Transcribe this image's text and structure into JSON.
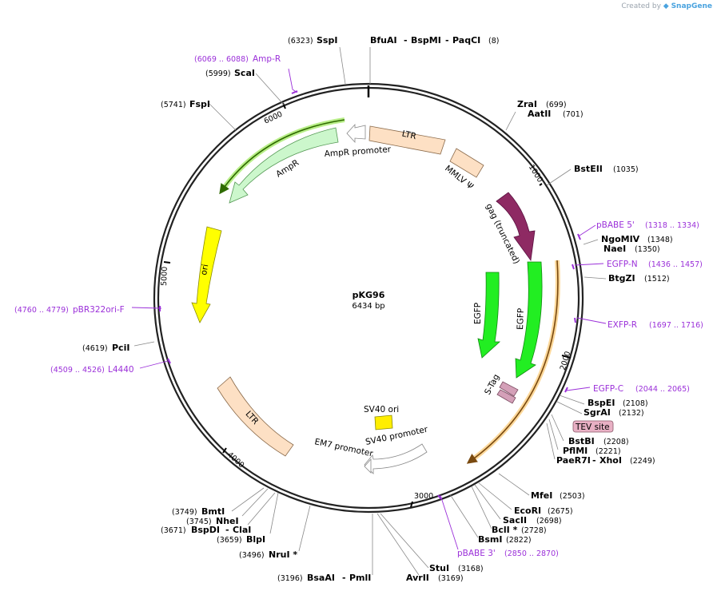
{
  "credit": {
    "prefix": "Created by",
    "brand": "SnapGene"
  },
  "plasmid": {
    "name": "pKG96",
    "size_label": "6434 bp"
  },
  "ticks": [
    "1000",
    "2000",
    "3000",
    "4000",
    "5000",
    "6000"
  ],
  "features": {
    "ltr_top": "LTR",
    "mmlv": "MMLV Ψ",
    "gag": "gag (truncated)",
    "egfp1": "EGFP",
    "egfp2": "EGFP",
    "stag": "S-Tag",
    "tev": "TEV site",
    "sv40_promoter": "SV40 promoter",
    "sv40_ori": "SV40 ori",
    "em7": "EM7 promoter",
    "ltr_bottom": "LTR",
    "ori": "ori",
    "ampr": "AmpR",
    "ampr_promoter": "AmpR promoter"
  },
  "primers": {
    "amp_r": {
      "range": "(6069 .. 6088)",
      "name": "Amp-R"
    },
    "pbabe5": {
      "name": "pBABE 5'",
      "range": "(1318 .. 1334)"
    },
    "egfp_n": {
      "name": "EGFP-N",
      "range": "(1436 .. 1457)"
    },
    "exfp_r": {
      "name": "EXFP-R",
      "range": "(1697 .. 1716)"
    },
    "egfp_c": {
      "name": "EGFP-C",
      "range": "(2044 .. 2065)"
    },
    "pbabe3": {
      "name": "pBABE 3'",
      "range": "(2850 .. 2870)"
    },
    "pbr322": {
      "range": "(4760 .. 4779)",
      "name": "pBR322ori-F"
    },
    "l4440": {
      "range": "(4509 .. 4526)",
      "name": "L4440"
    }
  },
  "sites": {
    "sspi": {
      "pos": "(6323)",
      "name": "SspI"
    },
    "bfuai": {
      "name": "BfuAI",
      "sep1": "-",
      "name2": "BspMI",
      "sep2": "-",
      "name3": "PaqCI",
      "pos": "(8)"
    },
    "zrai": {
      "name": "ZraI",
      "pos": "(699)"
    },
    "aatii": {
      "name": "AatII",
      "pos": "(701)"
    },
    "bsteii": {
      "name": "BstEII",
      "pos": "(1035)"
    },
    "ngomiv": {
      "name": "NgoMIV",
      "pos": "(1348)"
    },
    "naei": {
      "name": "NaeI",
      "pos": "(1350)"
    },
    "btgzi": {
      "name": "BtgZI",
      "pos": "(1512)"
    },
    "bspei": {
      "name": "BspEI",
      "pos": "(2108)"
    },
    "sgrai": {
      "name": "SgrAI",
      "pos": "(2132)"
    },
    "bstbi": {
      "name": "BstBI",
      "pos": "(2208)"
    },
    "pflmi": {
      "name": "PflMI",
      "pos": "(2221)"
    },
    "paer7i": {
      "name": "PaeR7I",
      "sep": "-",
      "name2": "XhoI",
      "pos": "(2249)"
    },
    "mfei": {
      "name": "MfeI",
      "pos": "(2503)"
    },
    "ecori": {
      "name": "EcoRI",
      "pos": "(2675)"
    },
    "sacii": {
      "name": "SacII",
      "pos": "(2698)"
    },
    "bcli": {
      "name": "BclI *",
      "pos": "(2728)"
    },
    "bsmi": {
      "name": "BsmI",
      "pos": "(2822)"
    },
    "stui": {
      "name": "StuI",
      "pos": "(3168)"
    },
    "avrii": {
      "name": "AvrII",
      "pos": "(3169)"
    },
    "bsaai": {
      "pos": "(3196)",
      "name": "BsaAI",
      "sep": "-",
      "name2": "PmlI"
    },
    "nrui": {
      "pos": "(3496)",
      "name": "NruI *"
    },
    "blpi": {
      "pos": "(3659)",
      "name": "BlpI"
    },
    "bspdi": {
      "pos": "(3671)",
      "name": "BspDI",
      "sep": "-",
      "name2": "ClaI"
    },
    "nhei": {
      "pos": "(3745)",
      "name": "NheI"
    },
    "bmti": {
      "pos": "(3749)",
      "name": "BmtI"
    },
    "pcii": {
      "pos": "(4619)",
      "name": "PciI"
    },
    "fspi": {
      "pos": "(5741)",
      "name": "FspI"
    },
    "scai": {
      "pos": "(5999)",
      "name": "ScaI"
    }
  }
}
